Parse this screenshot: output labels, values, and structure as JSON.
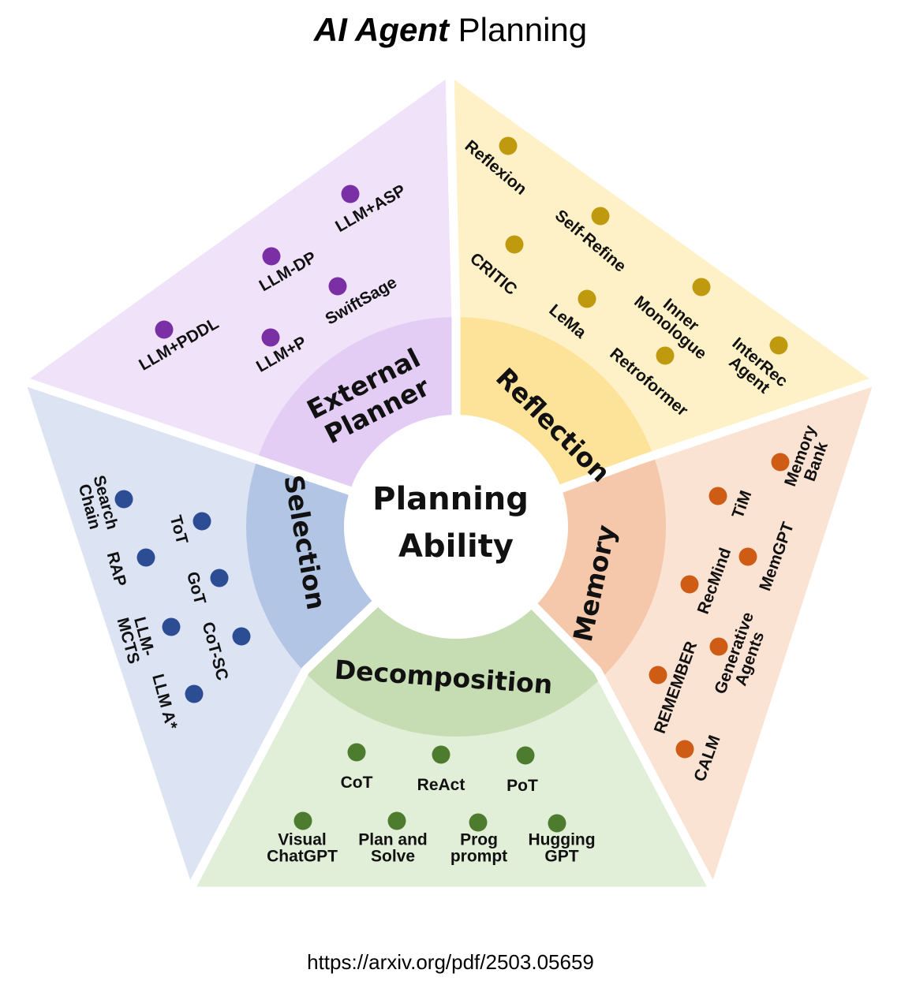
{
  "title": {
    "emphasis": "AI Agent",
    "rest": "Planning"
  },
  "center": {
    "line1": "Planning",
    "line2": "Ability"
  },
  "source": "https://arxiv.org/pdf/2503.05659",
  "colors": {
    "external_planner": {
      "panel": "#efe2f9",
      "ring": "#e3cdf4",
      "dot": "#7b2fa5"
    },
    "reflection": {
      "panel": "#fef1c8",
      "ring": "#fde39a",
      "dot": "#c09a0e"
    },
    "memory": {
      "panel": "#fbe3d4",
      "ring": "#f6c8ab",
      "dot": "#cf5c14"
    },
    "decomposition": {
      "panel": "#e1eed8",
      "ring": "#c6ddb4",
      "dot": "#4e7c2e"
    },
    "selection": {
      "panel": "#dce3f3",
      "ring": "#b3c5e5",
      "dot": "#2c4c94"
    }
  },
  "categories": {
    "external_planner": {
      "name_lines": [
        "External",
        "Planner"
      ],
      "items": [
        {
          "lines": [
            "LLM+ASP"
          ]
        },
        {
          "lines": [
            "LLM-DP"
          ]
        },
        {
          "lines": [
            "SwiftSage"
          ]
        },
        {
          "lines": [
            "LLM+PDDL"
          ]
        },
        {
          "lines": [
            "LLM+P"
          ]
        }
      ]
    },
    "reflection": {
      "name_lines": [
        "Reflection"
      ],
      "items": [
        {
          "lines": [
            "Reflexion"
          ]
        },
        {
          "lines": [
            "Self-Refine"
          ]
        },
        {
          "lines": [
            "CRITIC"
          ]
        },
        {
          "lines": [
            "Inner",
            "Monologue"
          ]
        },
        {
          "lines": [
            "LeMa"
          ]
        },
        {
          "lines": [
            "Retroformer"
          ]
        },
        {
          "lines": [
            "InterRec",
            "Agent"
          ]
        }
      ]
    },
    "memory": {
      "name_lines": [
        "Memory"
      ],
      "items": [
        {
          "lines": [
            "Memory",
            "Bank"
          ]
        },
        {
          "lines": [
            "TiM"
          ]
        },
        {
          "lines": [
            "MemGPT"
          ]
        },
        {
          "lines": [
            "RecMind"
          ]
        },
        {
          "lines": [
            "Generative",
            "Agents"
          ]
        },
        {
          "lines": [
            "REMEMBER"
          ]
        },
        {
          "lines": [
            "CALM"
          ]
        }
      ]
    },
    "decomposition": {
      "name_lines": [
        "Decomposition"
      ],
      "items": [
        {
          "lines": [
            "CoT"
          ]
        },
        {
          "lines": [
            "ReAct"
          ]
        },
        {
          "lines": [
            "PoT"
          ]
        },
        {
          "lines": [
            "Visual",
            "ChatGPT"
          ]
        },
        {
          "lines": [
            "Plan and",
            "Solve"
          ]
        },
        {
          "lines": [
            "Prog",
            "prompt"
          ]
        },
        {
          "lines": [
            "Hugging",
            "GPT"
          ]
        }
      ]
    },
    "selection": {
      "name_lines": [
        "Selection"
      ],
      "items": [
        {
          "lines": [
            "Search",
            "Chain"
          ]
        },
        {
          "lines": [
            "ToT"
          ]
        },
        {
          "lines": [
            "RAP"
          ]
        },
        {
          "lines": [
            "GoT"
          ]
        },
        {
          "lines": [
            "LLM-",
            "MCTS"
          ]
        },
        {
          "lines": [
            "CoT-SC"
          ]
        },
        {
          "lines": [
            "LLM A*"
          ]
        }
      ]
    }
  }
}
